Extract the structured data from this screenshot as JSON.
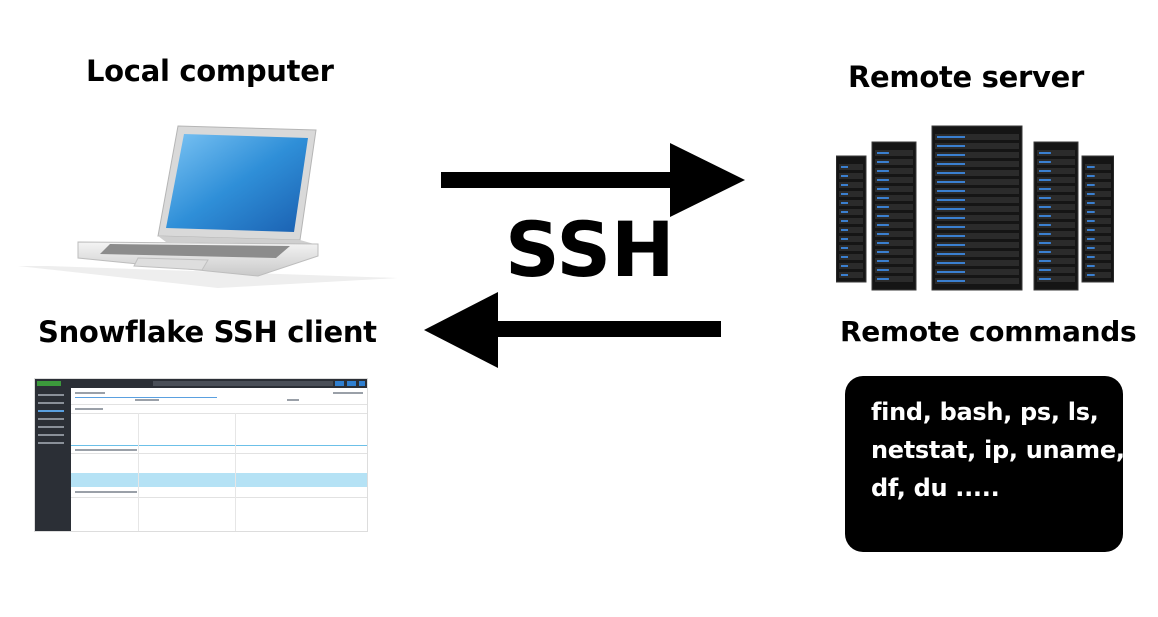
{
  "local": {
    "title": "Local computer"
  },
  "remote": {
    "title": "Remote server"
  },
  "client": {
    "title": "Snowflake SSH client"
  },
  "commands": {
    "title": "Remote commands",
    "lines": [
      "find, bash, ps, ls,",
      "netstat, ip, uname,",
      "df, du ....."
    ]
  },
  "protocol": {
    "label": "SSH"
  },
  "icons": {
    "laptop": "laptop-icon",
    "server": "server-rack-icon",
    "arrow_right": "arrow-right-icon",
    "arrow_left": "arrow-left-icon"
  },
  "colors": {
    "accent": "#000000",
    "screen": "#2f8fd8",
    "server_light": "#3a7fd0"
  }
}
